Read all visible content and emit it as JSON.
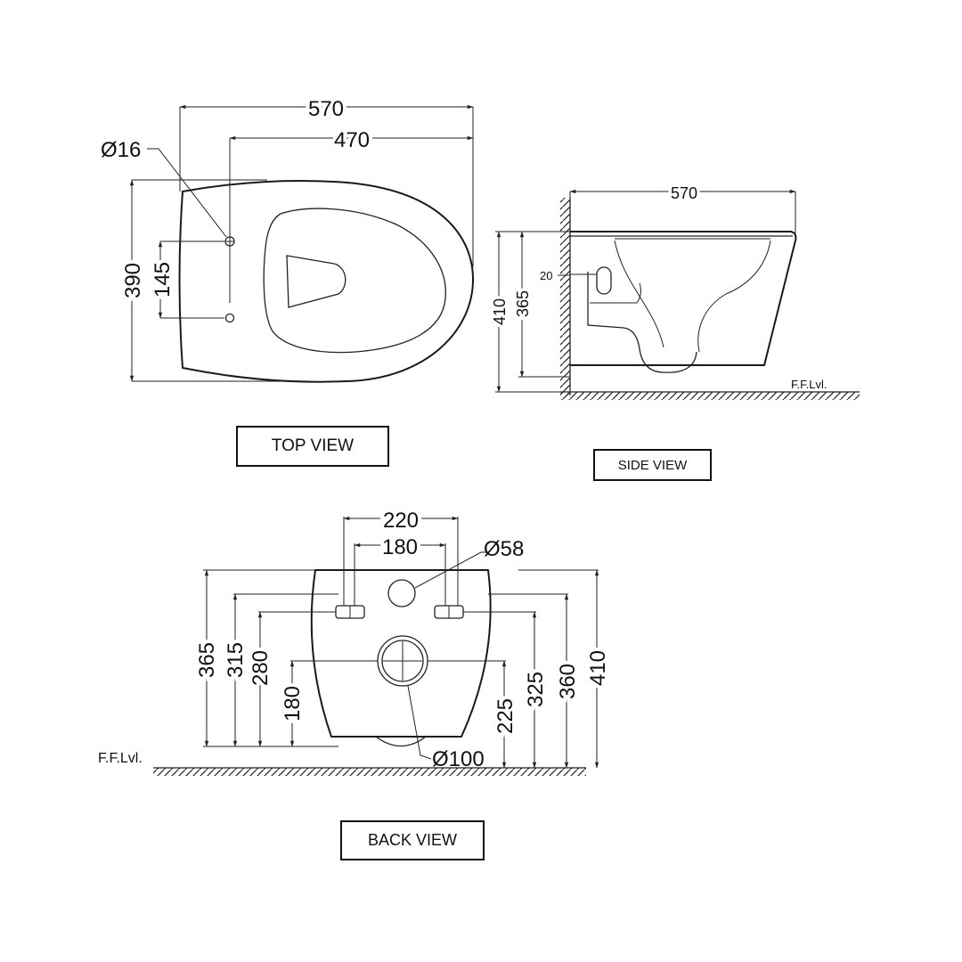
{
  "views": {
    "top": {
      "label": "TOP VIEW",
      "dims": {
        "length": "570",
        "hole_to_front": "470",
        "hole_dia": "Ø16",
        "width": "390",
        "hole_spacing": "145"
      }
    },
    "side": {
      "label": "SIDE VIEW",
      "dims": {
        "length": "570",
        "height": "410",
        "rim_height": "365",
        "fixing": "20"
      },
      "floor_label": "F.F.Lvl."
    },
    "back": {
      "label": "BACK VIEW",
      "dims": {
        "bolt_outer": "220",
        "bolt_inner": "180",
        "inlet_dia": "Ø58",
        "h365": "365",
        "h315": "315",
        "h280": "280",
        "h180": "180",
        "h225": "225",
        "h325": "325",
        "h360": "360",
        "h410": "410",
        "outlet_dia": "Ø100"
      },
      "floor_label": "F.F.Lvl."
    }
  }
}
